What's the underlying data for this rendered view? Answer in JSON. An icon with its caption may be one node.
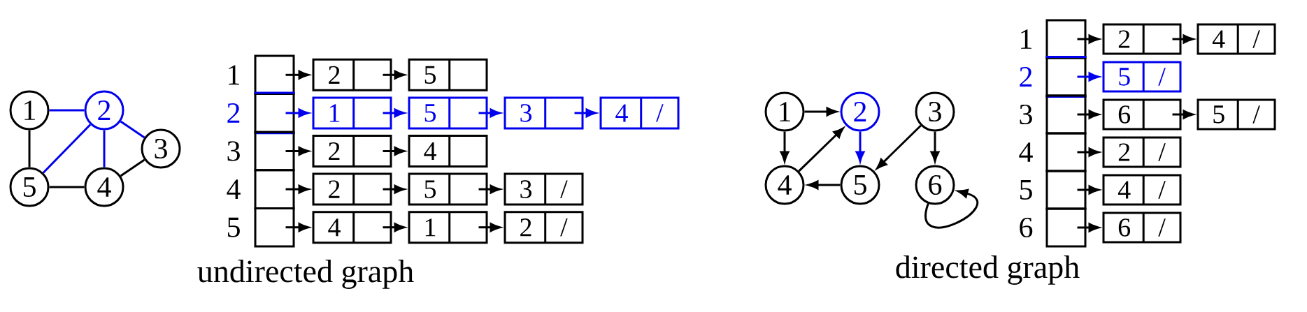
{
  "diagram": {
    "nodes": [
      {
        "text": [
          "1"
        ]
      },
      {
        "text": [
          "2"
        ]
      },
      {
        "text": [
          "3"
        ]
      },
      {
        "text": [
          "4"
        ]
      },
      {
        "text": [
          "5"
        ]
      },
      {
        "text": [],
        "shape": "box",
        "beside": [
          "1"
        ]
      },
      {
        "text": [],
        "shape": "box",
        "beside": [
          "2"
        ]
      },
      {
        "text": [],
        "shape": "box",
        "beside": [
          "3"
        ]
      },
      {
        "text": [],
        "shape": "box",
        "beside": [
          "4"
        ]
      },
      {
        "text": [],
        "shape": "box",
        "beside": [
          "5"
        ]
      },
      {
        "text": [
          "2"
        ]
      },
      {
        "text": [
          "5"
        ]
      },
      {
        "text": [
          "1"
        ]
      },
      {
        "text": [
          "5"
        ]
      },
      {
        "text": [
          "3"
        ]
      },
      {
        "text": [
          "4",
          "/"
        ]
      },
      {
        "text": [
          "2"
        ]
      },
      {
        "text": [
          "4"
        ]
      },
      {
        "text": [
          "2"
        ]
      },
      {
        "text": [
          "5"
        ]
      },
      {
        "text": [
          "3",
          "/"
        ]
      },
      {
        "text": [
          "4"
        ]
      },
      {
        "text": [
          "1"
        ]
      },
      {
        "text": [
          "2",
          "/"
        ]
      },
      {
        "text": [
          "1"
        ]
      },
      {
        "text": [
          "2"
        ]
      },
      {
        "text": [
          "3"
        ]
      },
      {
        "text": [
          "4"
        ]
      },
      {
        "text": [
          "5"
        ]
      },
      {
        "text": [
          "6"
        ]
      },
      {
        "text": [],
        "shape": "box",
        "beside": [
          "1"
        ]
      },
      {
        "text": [],
        "shape": "box",
        "beside": [
          "2"
        ]
      },
      {
        "text": [],
        "shape": "box",
        "beside": [
          "3"
        ]
      },
      {
        "text": [],
        "shape": "box",
        "beside": [
          "4"
        ]
      },
      {
        "text": [],
        "shape": "box",
        "beside": [
          "5"
        ]
      },
      {
        "text": [],
        "shape": "box",
        "beside": [
          "6"
        ]
      },
      {
        "text": [
          "2"
        ]
      },
      {
        "text": [
          "4",
          "/"
        ]
      },
      {
        "text": [
          "5",
          "/"
        ]
      },
      {
        "text": [
          "6"
        ]
      },
      {
        "text": [
          "5",
          "/"
        ]
      },
      {
        "text": [
          "2",
          "/"
        ]
      },
      {
        "text": [
          "4",
          "/"
        ]
      },
      {
        "text": [
          "6",
          "/"
        ]
      }
    ],
    "edges": [
      {
        "from": 0,
        "to": 1,
        "arrow": "none",
        "color": "#0000ee"
      },
      {
        "from": 0,
        "to": 4,
        "arrow": "none"
      },
      {
        "from": 1,
        "to": 4,
        "arrow": "none",
        "color": "#0000ee"
      },
      {
        "from": 1,
        "to": 3,
        "arrow": "none",
        "color": "#0000ee"
      },
      {
        "from": 1,
        "to": 2,
        "arrow": "none",
        "color": "#0000ee"
      },
      {
        "from": 4,
        "to": 3,
        "arrow": "none"
      },
      {
        "from": 3,
        "to": 2,
        "arrow": "none"
      },
      {
        "from": 5,
        "to": 10,
        "arrow": "to"
      },
      {
        "from": 10,
        "to": 11,
        "arrow": "to"
      },
      {
        "from": 6,
        "to": 12,
        "arrow": "to",
        "color": "#0000ee"
      },
      {
        "from": 12,
        "to": 13,
        "arrow": "to",
        "color": "#0000ee"
      },
      {
        "from": 13,
        "to": 14,
        "arrow": "to",
        "color": "#0000ee"
      },
      {
        "from": 14,
        "to": 15,
        "arrow": "to",
        "color": "#0000ee"
      },
      {
        "from": 7,
        "to": 16,
        "arrow": "to"
      },
      {
        "from": 16,
        "to": 17,
        "arrow": "to"
      },
      {
        "from": 8,
        "to": 18,
        "arrow": "to"
      },
      {
        "from": 18,
        "to": 19,
        "arrow": "to"
      },
      {
        "from": 19,
        "to": 20,
        "arrow": "to"
      },
      {
        "from": 9,
        "to": 21,
        "arrow": "to"
      },
      {
        "from": 21,
        "to": 22,
        "arrow": "to"
      },
      {
        "from": 22,
        "to": 23,
        "arrow": "to"
      },
      {
        "from": 24,
        "to": 25,
        "arrow": "to"
      },
      {
        "from": 24,
        "to": 27,
        "arrow": "to"
      },
      {
        "from": 27,
        "to": 25,
        "arrow": "to"
      },
      {
        "from": 25,
        "to": 28,
        "arrow": "to",
        "color": "#0000ee"
      },
      {
        "from": 26,
        "to": 28,
        "arrow": "to"
      },
      {
        "from": 26,
        "to": 29,
        "arrow": "to"
      },
      {
        "from": 28,
        "to": 27,
        "arrow": "to"
      },
      {
        "from": 29,
        "to": 29,
        "arrow": "to"
      },
      {
        "from": 30,
        "to": 36,
        "arrow": "to"
      },
      {
        "from": 36,
        "to": 37,
        "arrow": "to"
      },
      {
        "from": 31,
        "to": 38,
        "arrow": "to",
        "color": "#0000ee"
      },
      {
        "from": 32,
        "to": 39,
        "arrow": "to"
      },
      {
        "from": 39,
        "to": 40,
        "arrow": "to"
      },
      {
        "from": 33,
        "to": 41,
        "arrow": "to"
      },
      {
        "from": 34,
        "to": 42,
        "arrow": "to"
      },
      {
        "from": 35,
        "to": 43,
        "arrow": "to"
      }
    ],
    "labels": [
      "undirected graph",
      "directed graph"
    ]
  }
}
